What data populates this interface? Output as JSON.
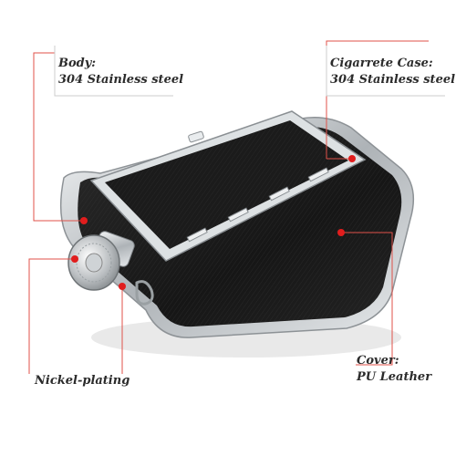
{
  "callouts": {
    "body": {
      "title": "Body:",
      "detail": "304 Stainless steel"
    },
    "case": {
      "title": "Cigarrete Case:",
      "detail": "304 Stainless steel"
    },
    "cover": {
      "title": "Cover:",
      "detail": "PU Leather"
    },
    "nickel": {
      "title": "Nickel-plating"
    }
  },
  "colors": {
    "leader": "#e0524a",
    "dot": "#e11d1d",
    "leather": "#1c1c1c",
    "steel": "#cfd3d6"
  }
}
